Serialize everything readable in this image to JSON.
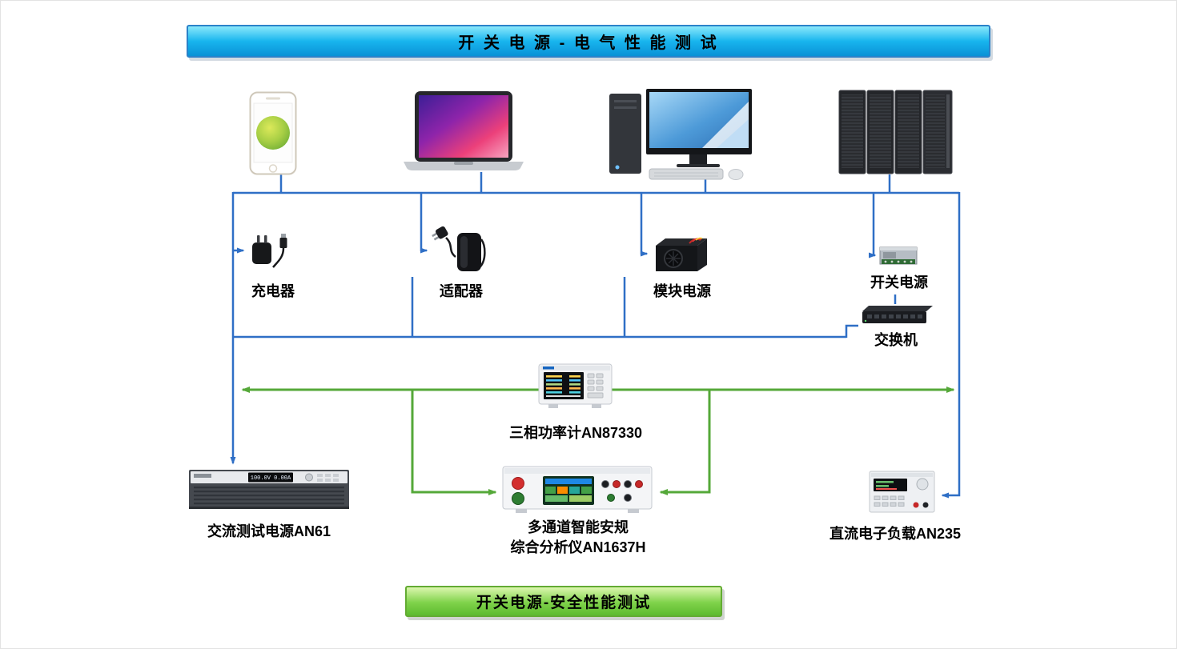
{
  "banners": {
    "top": "开 关 电 源 - 电 气 性 能 测 试",
    "bottom": "开关电源-安全性能测试"
  },
  "device_labels": {
    "charger": "充电器",
    "adapter": "适配器",
    "module_power": "模块电源",
    "switching_power": "开关电源",
    "network_switch": "交换机"
  },
  "instrument_labels": {
    "power_meter": "三相功率计AN87330",
    "ac_source": "交流测试电源AN61",
    "safety_analyzer_line1": "多通道智能安规",
    "safety_analyzer_line2": "综合分析仪AN1637H",
    "dc_load": "直流电子负载AN235"
  },
  "displays": {
    "ac_source_readout": "100.0V  0.00A"
  },
  "colors": {
    "connection_blue": "#2f6fc6",
    "connection_green": "#55a839",
    "banner_top_fill": "#18b5ee",
    "banner_bottom_fill": "#7fd24a"
  }
}
